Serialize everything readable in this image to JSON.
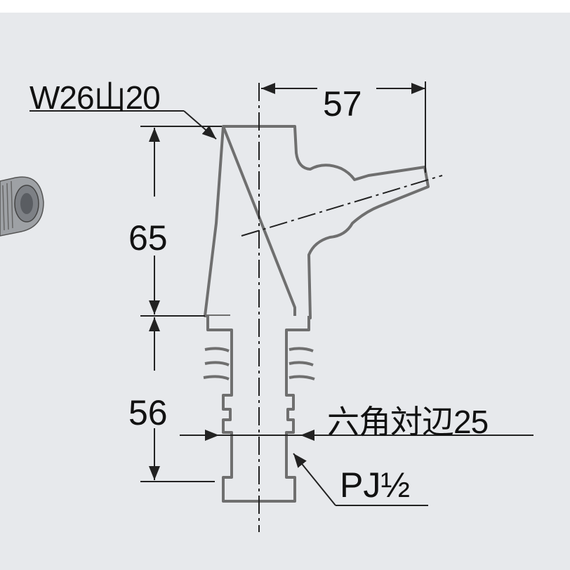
{
  "labels": {
    "thread": "W26山20",
    "width": "57",
    "height_upper": "65",
    "height_lower": "56",
    "hex_size": "六角対辺25",
    "pipe_thread": "PJ½"
  },
  "colors": {
    "background": "#e7e9ec",
    "line": "#222222",
    "part_fill": "#e7e9ec",
    "part_stroke": "#6f6f6f"
  }
}
